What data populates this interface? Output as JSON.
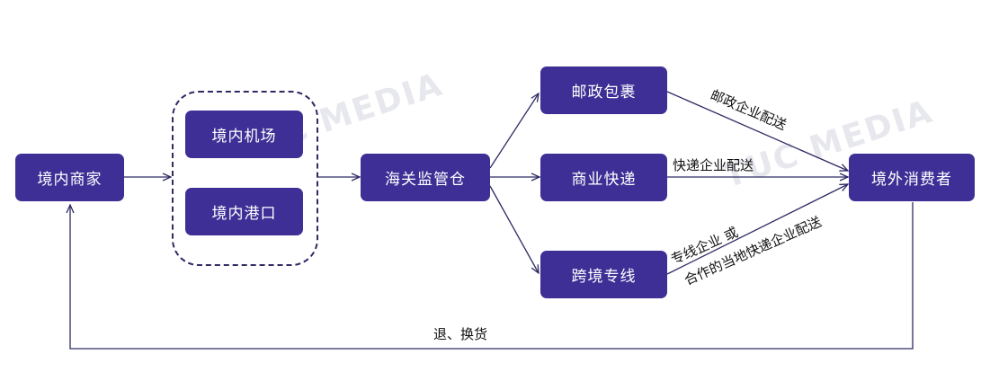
{
  "nodes": {
    "domestic_merchant": "境内商家",
    "domestic_airport": "境内机场",
    "domestic_port": "境内港口",
    "customs_warehouse": "海关监管仓",
    "postal_parcel": "邮政包裹",
    "commercial_express": "商业快递",
    "cross_border_line": "跨境专线",
    "overseas_consumer": "境外消费者"
  },
  "edge_labels": {
    "postal_delivery": "邮政企业配送",
    "express_delivery": "快递企业配送",
    "line_delivery_1": "专线企业 或",
    "line_delivery_2": "合作的当地快递企业配送",
    "returns": "退、换货"
  },
  "watermark": {
    "text_1": "TUC MEDIA",
    "text_2": "TUC MEDIA"
  },
  "colors": {
    "node_fill": "#3d2f95",
    "edge": "#2e2a63"
  }
}
